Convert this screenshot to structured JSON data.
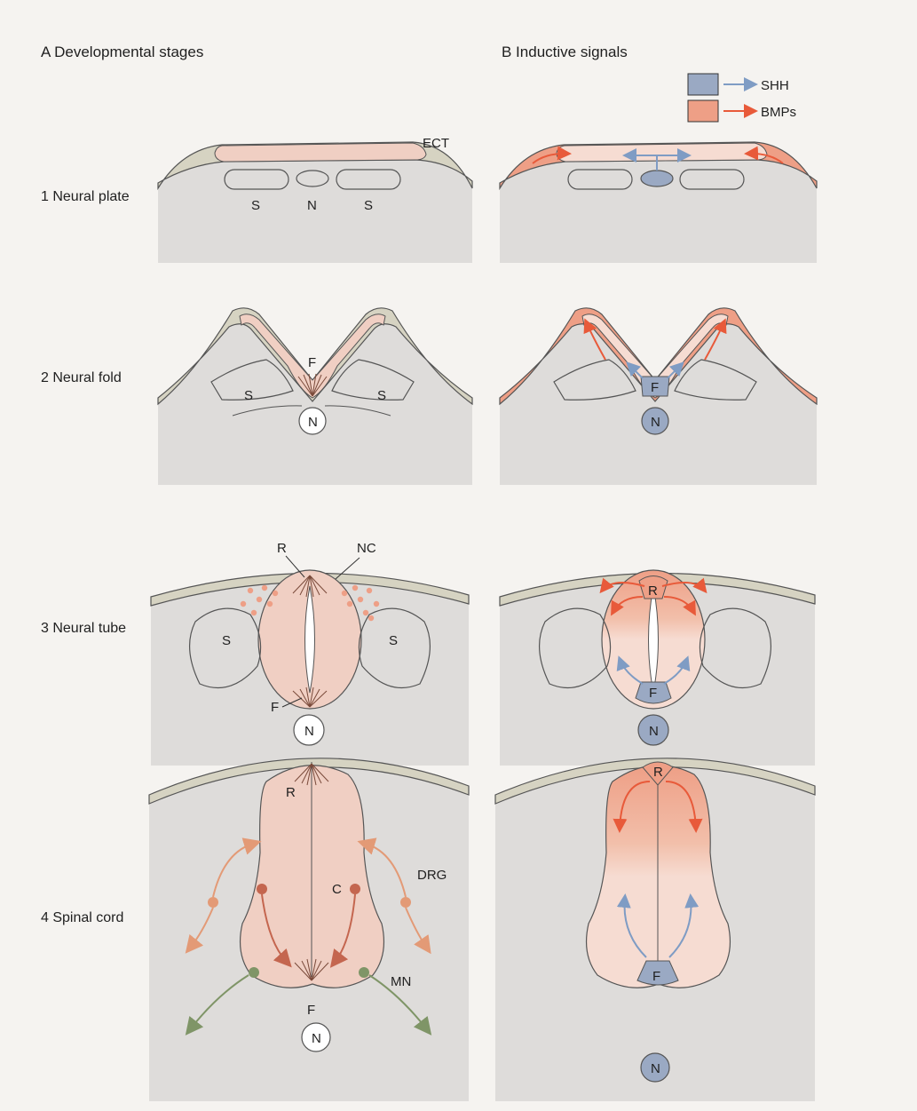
{
  "columns": {
    "a": "A  Developmental stages",
    "b": "B  Inductive signals"
  },
  "legend": {
    "shh": "SHH",
    "bmps": "BMPs"
  },
  "stages": [
    {
      "label": "1  Neural plate"
    },
    {
      "label": "2  Neural fold"
    },
    {
      "label": "3  Neural tube"
    },
    {
      "label": "4  Spinal cord"
    }
  ],
  "labels": {
    "ect": "ECT",
    "somite": "S",
    "notochord": "N",
    "floor_plate": "F",
    "roof_plate": "R",
    "neural_crest": "NC",
    "commissural": "C",
    "drg": "DRG",
    "motor_neuron": "MN"
  },
  "colors": {
    "background": "#f5f3f0",
    "panel": "#dedcda",
    "ectoderm": "#d6d3c2",
    "neural_tissue": "#f0cfc3",
    "shh": "#9aa9c3",
    "bmp": "#ee9f86",
    "bmp_arrow": "#e85a3a",
    "shh_arrow": "#7f9cc4",
    "drg_cell": "#e39a76",
    "commissural_cell": "#c4664f",
    "motor_cell": "#7f9567"
  }
}
